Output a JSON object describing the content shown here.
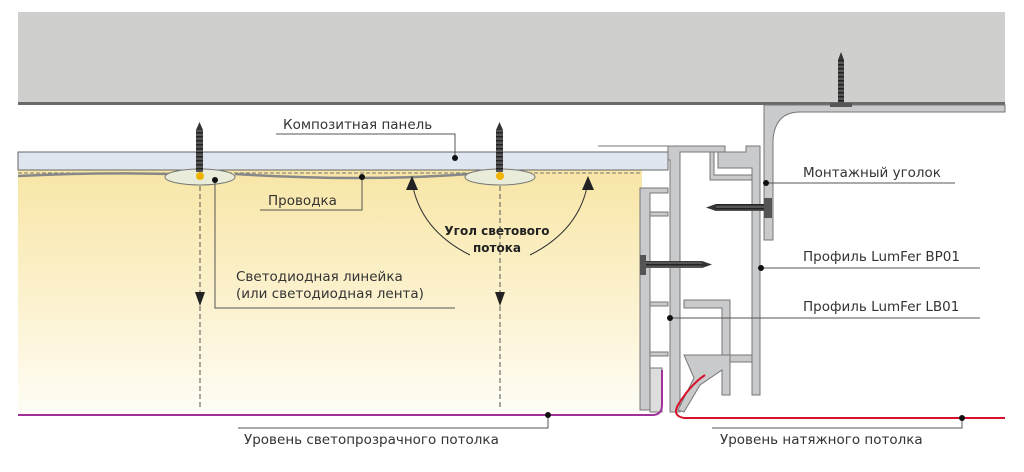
{
  "labels": {
    "composite_panel": "Композитная панель",
    "wiring": "Проводка",
    "beam_angle_line1": "Угол светового",
    "beam_angle_line2": "потока",
    "led_line1": "Светодиодная линейка",
    "led_line2": "(или светодиодная лента)",
    "mounting_angle": "Монтажный уголок",
    "profile_bp01": "Профиль LumFer BP01",
    "profile_lb01": "Профиль LumFer LB01",
    "translucent_level": "Уровень светопрозрачного потолка",
    "stretch_level": "Уровень натяжного потолка"
  },
  "colors": {
    "concrete": "#cfcfcd",
    "panel": "#dfe6ef",
    "glow": "#fbefc4",
    "profile": "#c9cacc",
    "translucent_line": "#a0309a",
    "stretch_line": "#d9102a"
  }
}
